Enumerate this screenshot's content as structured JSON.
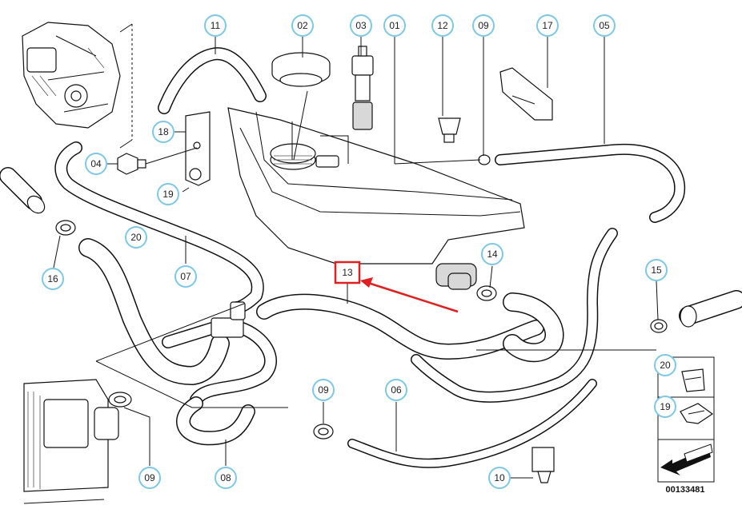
{
  "callouts": {
    "c01": "01",
    "c02": "02",
    "c03": "03",
    "c04": "04",
    "c05": "05",
    "c06": "06",
    "c07": "07",
    "c08": "08",
    "c09a": "09",
    "c09b": "09",
    "c09c": "09",
    "c10": "10",
    "c11": "11",
    "c12": "12",
    "c13": "13",
    "c14": "14",
    "c15": "15",
    "c16": "16",
    "c17": "17",
    "c18": "18",
    "c19a": "19",
    "c19b": "19",
    "c20a": "20",
    "c20b": "20"
  },
  "diagram_number": "00133481",
  "colors": {
    "callout_circle": "#7ec8e3",
    "highlight": "#e02020",
    "line": "#111111"
  },
  "icons": {
    "arrow": "arrow-icon"
  }
}
